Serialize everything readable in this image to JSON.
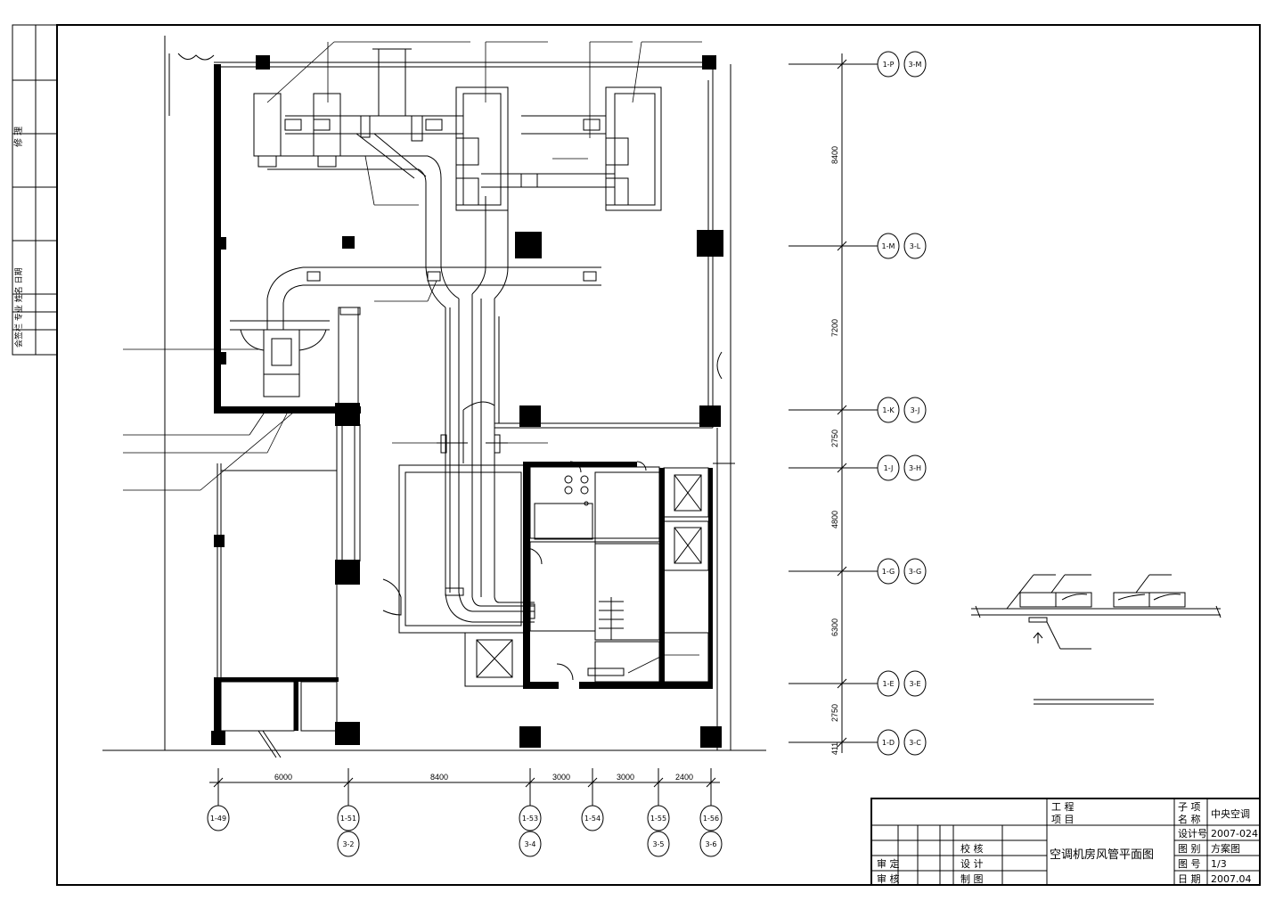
{
  "grid_bottom": [
    {
      "main": "1-49",
      "sub": ""
    },
    {
      "main": "1-51",
      "sub": "3-2"
    },
    {
      "main": "1-53",
      "sub": "3-4"
    },
    {
      "main": "1-54",
      "sub": ""
    },
    {
      "main": "1-55",
      "sub": "3-5"
    },
    {
      "main": "1-56",
      "sub": "3-6"
    }
  ],
  "dims_bottom": [
    "6000",
    "8400",
    "3000",
    "3000",
    "2400"
  ],
  "grid_right": [
    {
      "a": "1-P",
      "b": "3-M"
    },
    {
      "a": "1-M",
      "b": "3-L"
    },
    {
      "a": "1-K",
      "b": "3-J"
    },
    {
      "a": "1-J",
      "b": "3-H"
    },
    {
      "a": "1-G",
      "b": "3-G"
    },
    {
      "a": "1-E",
      "b": "3-E"
    },
    {
      "a": "1-D",
      "b": "3-C"
    }
  ],
  "dims_right": [
    "8400",
    "7200",
    "2750",
    "4800",
    "6300",
    "2750",
    "411"
  ],
  "left_strip": {
    "cell_a": "修 理",
    "cell_b": "会签栏 专业 姓名 日期"
  },
  "title_block": {
    "project_label": "工 程\n项 目",
    "sub_item_label": "子 项\n名 称",
    "sub_item_value": "中央空调",
    "drawing_title": "空调机房风管平面图",
    "design_no_label": "设计号",
    "design_no_value": "2007-024",
    "category_label": "图 别",
    "category_value": "方案图",
    "sheet_no_label": "图 号",
    "sheet_no_value": "1/3",
    "date_label": "日 期",
    "date_value": "2007.04",
    "check_label": "校 核",
    "design_label": "设 计",
    "draw_label": "制 图",
    "approve_label": "审 定",
    "review_label": "审 核"
  }
}
